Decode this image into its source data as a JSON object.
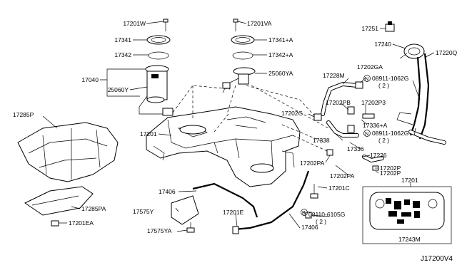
{
  "figure_ref": "J17200V4",
  "labels": {
    "l17201W": "17201W",
    "l17341": "17341",
    "l17342": "17342",
    "l17040": "17040",
    "l25060Y": "25060Y",
    "l17201VA": "17201VA",
    "l17341A": "17341+A",
    "l17342A": "17342+A",
    "l25060YA": "25060YA",
    "l17251": "17251",
    "l17240": "17240",
    "l17220Q": "17220Q",
    "l17285P": "17285P",
    "l17201": "17201",
    "l17228M": "17228M",
    "l17202GA": "17202GA",
    "l08911a": "08911-1062G",
    "l08911a_qty": "( 2 )",
    "l17202G": "17202G",
    "l17202PB": "17202PB",
    "l17202P3": "17202P3",
    "l17336A": "17336+A",
    "l08911b": "08911-1062G",
    "l08911b_qty": "( 2 )",
    "l17338": "17338",
    "l17336": "17336",
    "l17226": "17226",
    "l17202PA_1": "17202PA",
    "l17202P_1": "17202P",
    "l17202PA_2": "17202PA",
    "l17202P_2": "17202P",
    "l17201_b": "17201",
    "l17406_1": "17406",
    "l17201C": "17201C",
    "l17575Y": "17575Y",
    "l17285PA": "17285PA",
    "l17201E": "17201E",
    "l08110": "08110-6105G",
    "l08110_qty": "( 2 )",
    "l17201EA": "17201EA",
    "l17575YA": "17575YA",
    "l17406_2": "17406",
    "l17243M": "17243M",
    "circle_n": "N",
    "circle_b": "B"
  }
}
